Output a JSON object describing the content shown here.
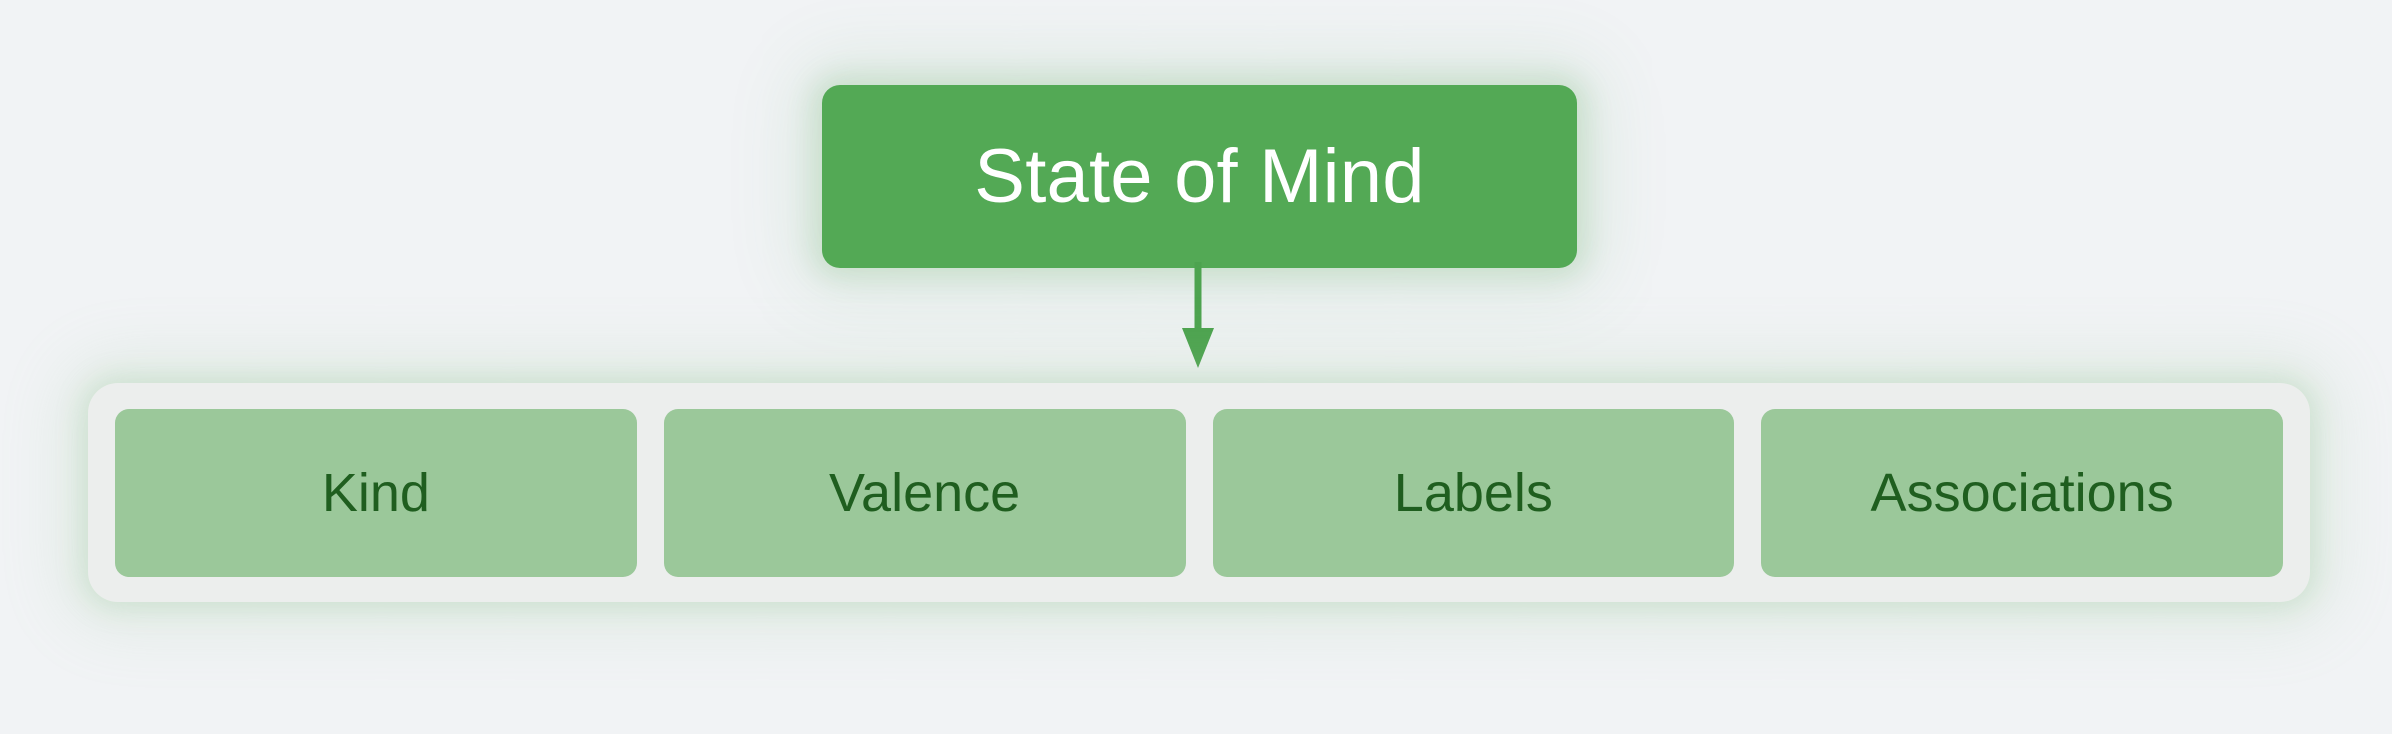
{
  "diagram": {
    "type": "hierarchy-tree",
    "background_color": "#f1f3f5",
    "root": {
      "label": "State of Mind",
      "fill_color": "#53a955",
      "text_color": "#ffffff"
    },
    "connector": {
      "kind": "arrow-down-icon",
      "color": "#4da34f"
    },
    "group": {
      "fill_color": "#eceeed",
      "glow_color": "#96c696",
      "children": [
        {
          "label": "Kind",
          "fill_color": "#9bc89a",
          "text_color": "#1f5e1f"
        },
        {
          "label": "Valence",
          "fill_color": "#9bc89a",
          "text_color": "#1f5e1f"
        },
        {
          "label": "Labels",
          "fill_color": "#9bc89a",
          "text_color": "#1f5e1f"
        },
        {
          "label": "Associations",
          "fill_color": "#9bc89a",
          "text_color": "#1f5e1f"
        }
      ]
    }
  }
}
